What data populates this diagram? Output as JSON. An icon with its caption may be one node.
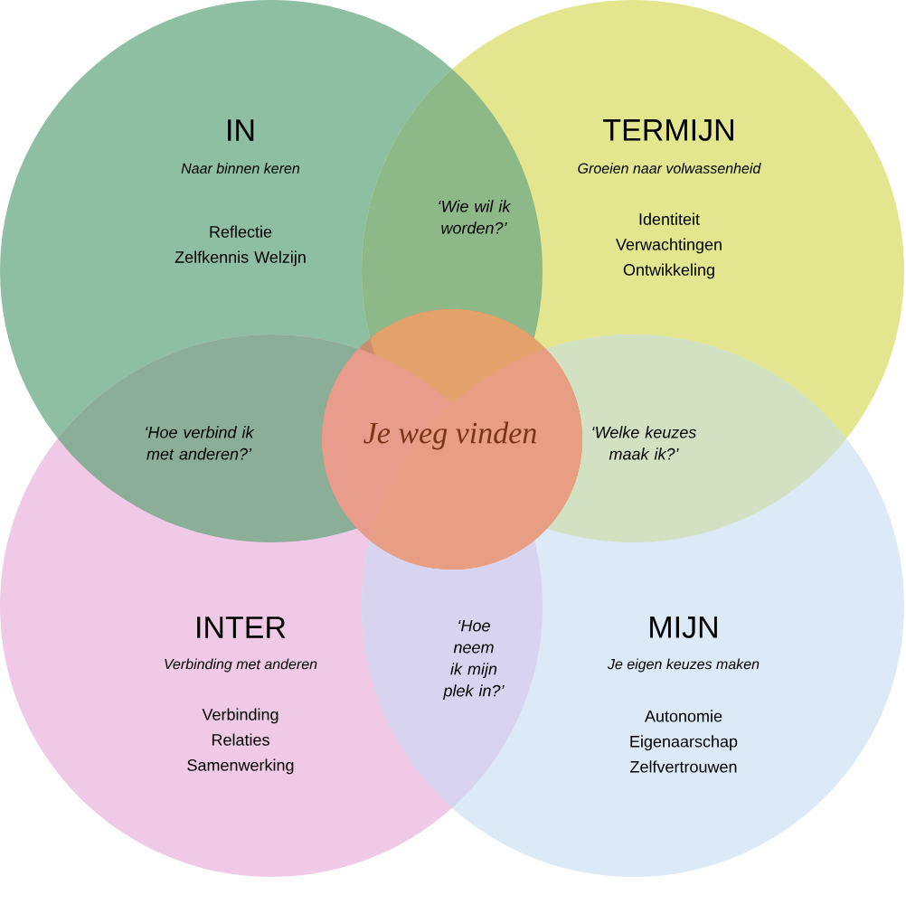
{
  "diagram": {
    "nodes": [
      {
        "text": [
          "IN",
          "Naar binnen keren",
          "Reflectie Zelfkennis Welzijn"
        ]
      },
      {
        "text": [
          "TERMIJN",
          "Groeien naar volwassenheid",
          "Identiteit Verwachtingen Ontwikkeling"
        ]
      },
      {
        "text": [
          "Je weg vinden"
        ]
      },
      {
        "text": [
          "INTER",
          "Verbinding met anderen",
          "Verbinding Relaties Samenwerking"
        ]
      },
      {
        "text": [
          "MIJN",
          "Je eigen keuzes maken",
          "Autonomie Eigenaarschap Zelfvertrouwen"
        ]
      }
    ],
    "labels": [
      "‘Wie wil ik worden?’",
      "‘Hoe verbind ik met anderen?’",
      "‘Welke keuzes maak ik?’",
      "‘Hoe neem ik mijn plek in?’"
    ]
  }
}
